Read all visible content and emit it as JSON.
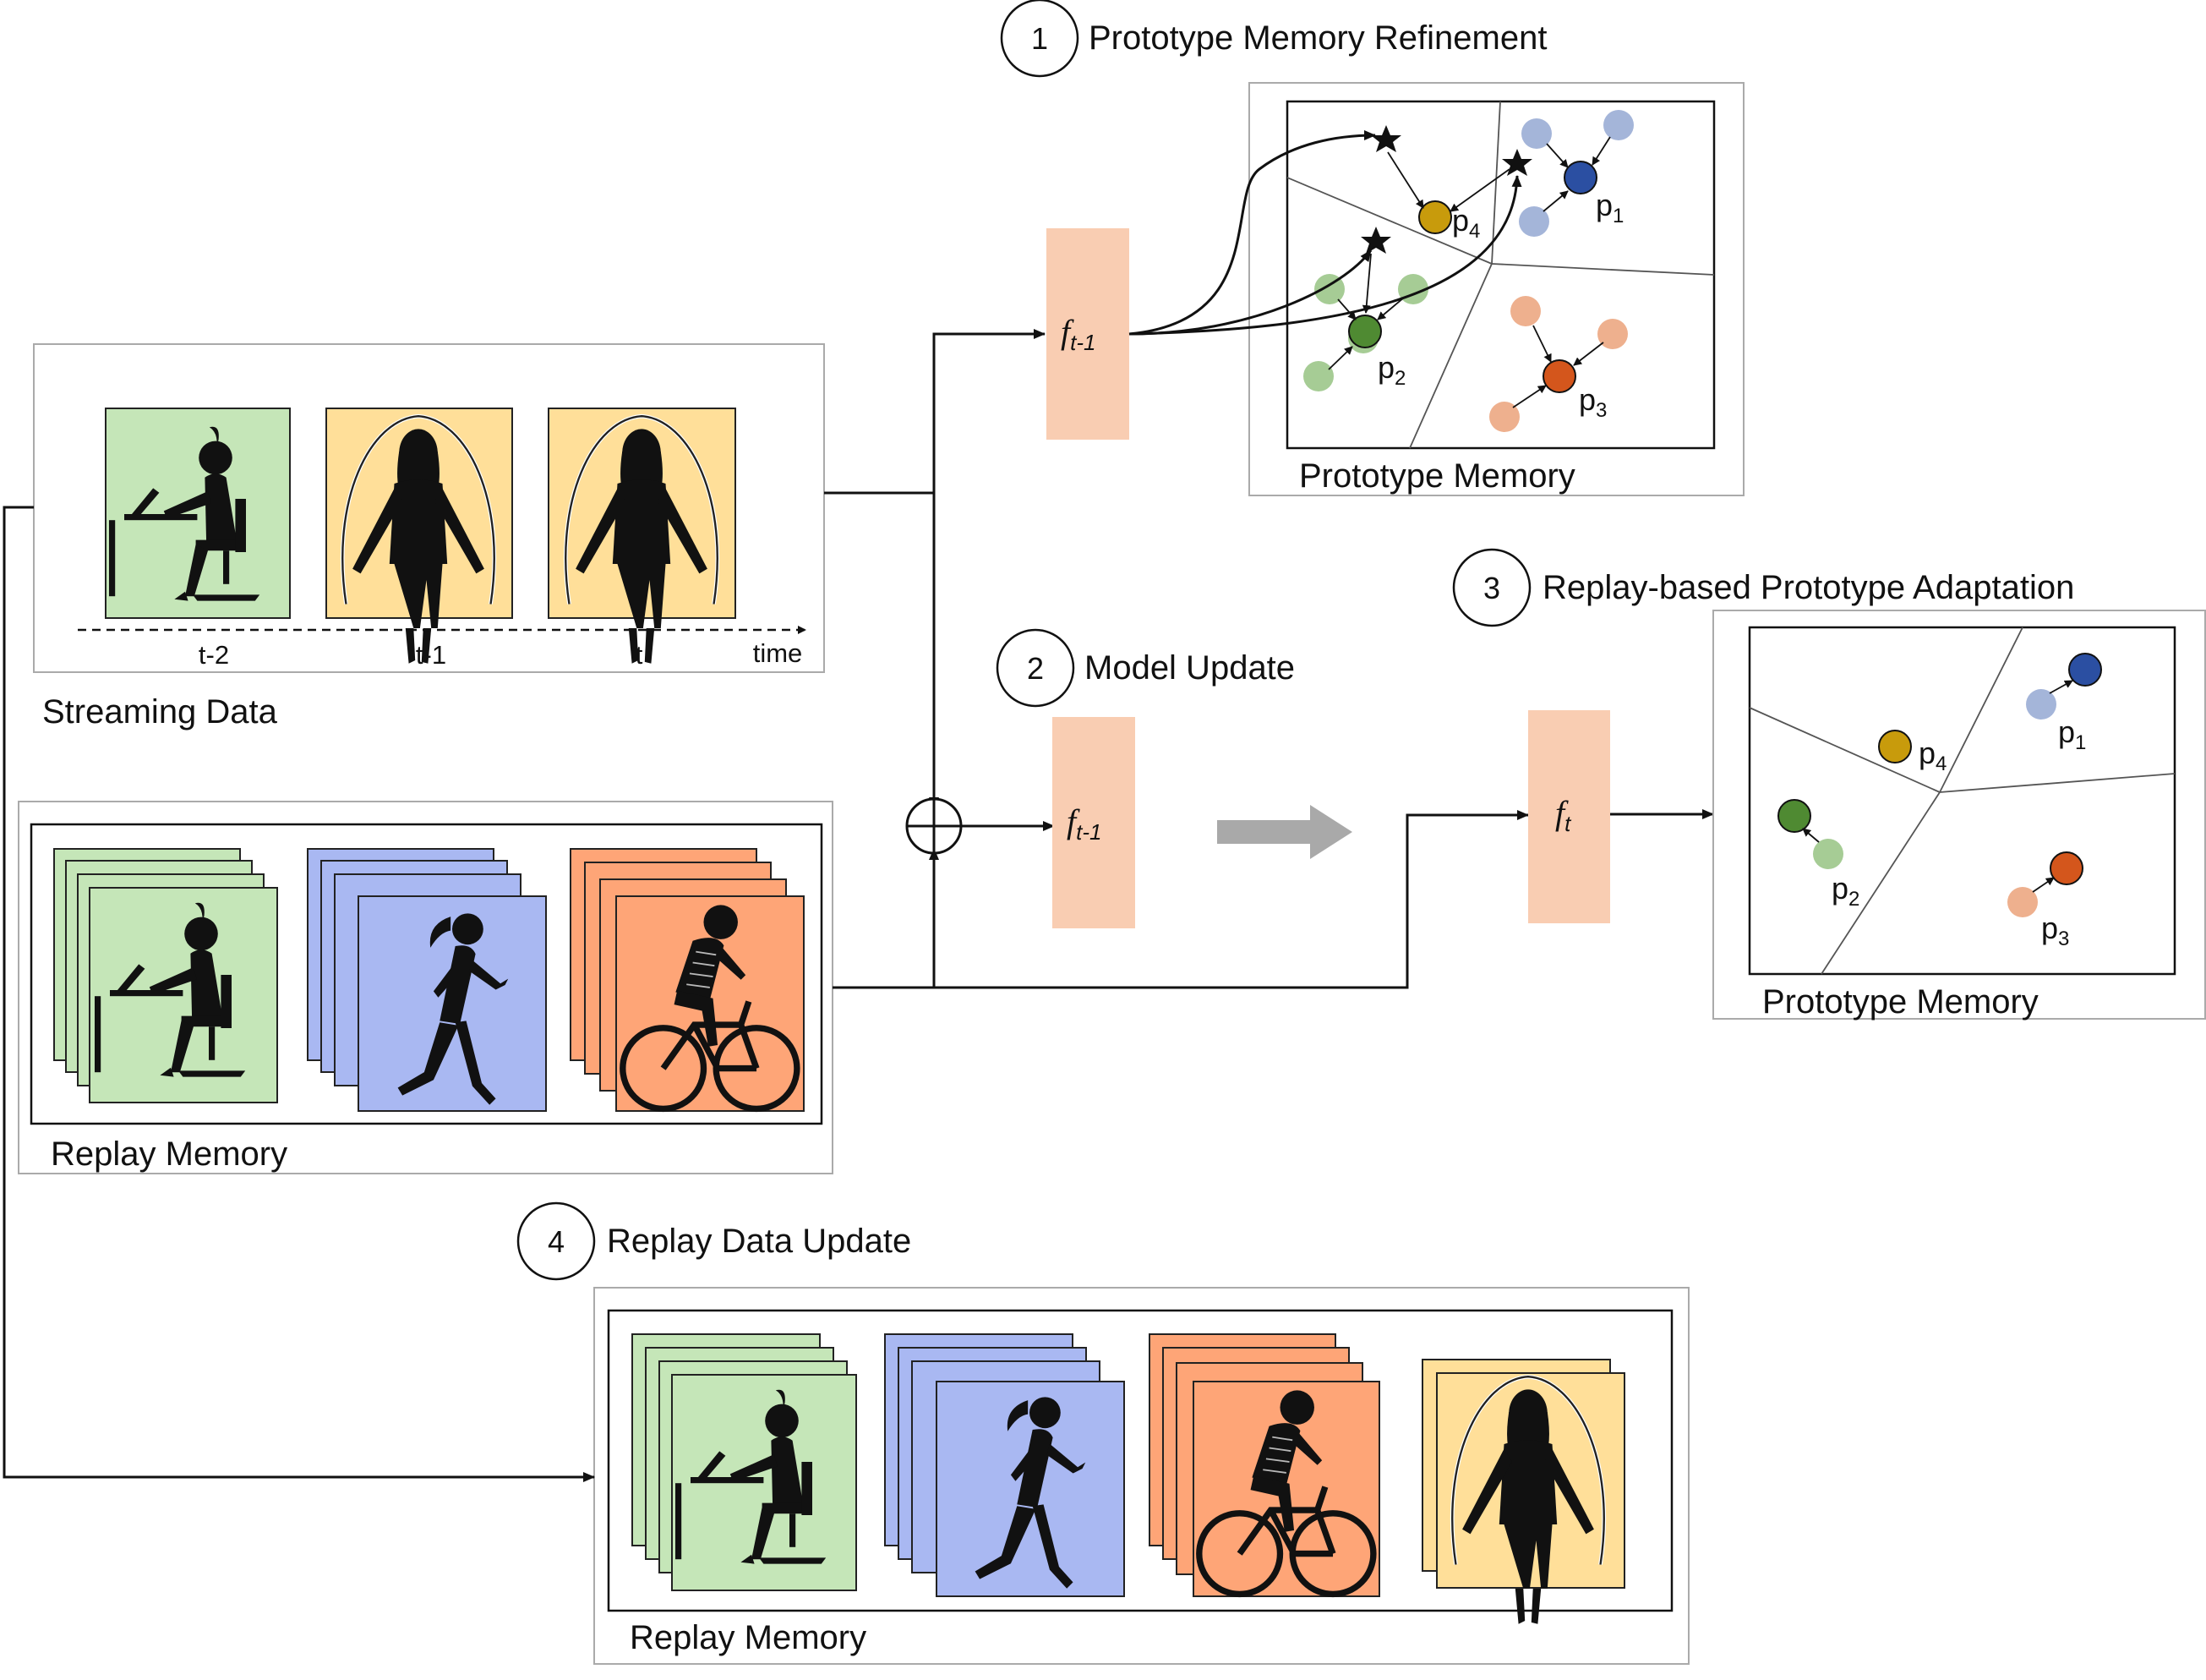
{
  "steps": [
    {
      "num": "1",
      "label": "Prototype Memory Refinement"
    },
    {
      "num": "2",
      "label": "Model Update"
    },
    {
      "num": "3",
      "label": "Replay-based Prototype Adaptation"
    },
    {
      "num": "4",
      "label": "Replay Data Update"
    }
  ],
  "streaming": {
    "title": "Streaming Data",
    "ticks": [
      "t-2",
      "t-1",
      "t"
    ],
    "axis_label": "time"
  },
  "replay_memory": {
    "title": "Replay Memory"
  },
  "replay_memory_updated": {
    "title": "Replay Memory"
  },
  "prototype_memory": {
    "title": "Prototype Memory",
    "labels": [
      "p",
      "p",
      "p",
      "p"
    ],
    "subscripts": [
      "1",
      "2",
      "3",
      "4"
    ]
  },
  "prototype_memory_adapted": {
    "title": "Prototype Memory",
    "labels": [
      "p",
      "p",
      "p",
      "p"
    ],
    "subscripts": [
      "1",
      "2",
      "3",
      "4"
    ]
  },
  "models": {
    "f": "f",
    "prev_sub": "t-1",
    "curr_sub": "t"
  },
  "colors": {
    "green_bg": "#c5e6b8",
    "yellow_bg": "#ffdf99",
    "blue_bg": "#a9b8f2",
    "orange_bg": "#fea577",
    "model_block": "#f9cdb2",
    "proto_blue": "#2b4fa2",
    "proto_green": "#4f8a32",
    "proto_orange": "#d4561c",
    "proto_yellow": "#c89b0c",
    "light_blue": "#a4b5d9",
    "light_green": "#a6cc95",
    "light_orange": "#eeb08e"
  },
  "icons": [
    "sitting-person-icon",
    "jump-rope-person-icon",
    "running-person-icon",
    "cycling-person-icon"
  ]
}
